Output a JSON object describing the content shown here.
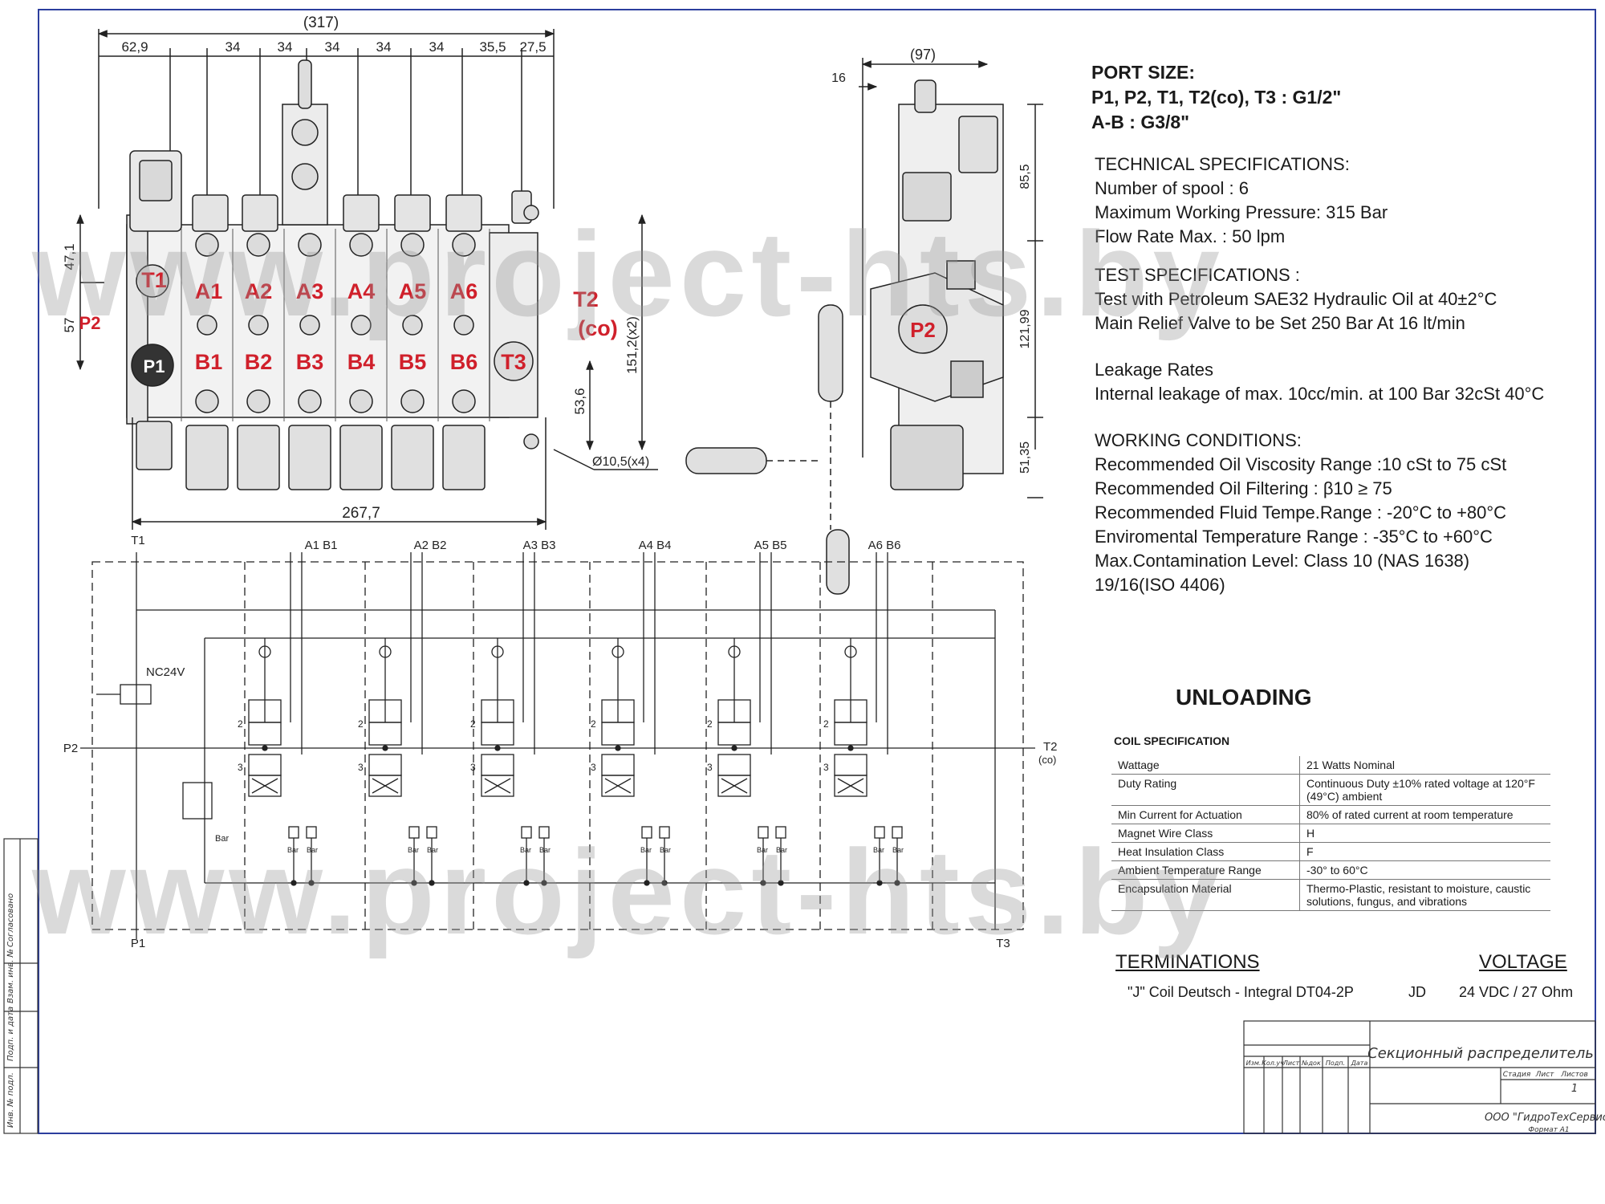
{
  "drawing": {
    "overall_width": "(317)",
    "top_dims": [
      "62,9",
      "34",
      "34",
      "34",
      "34",
      "34",
      "35,5",
      "27,5"
    ],
    "left_dims": [
      "47,1",
      "57"
    ],
    "right_dims": [
      "151,2(x2)",
      "53,6"
    ],
    "hole_dim": "Ø10,5(x4)",
    "bottom_dim": "267,7",
    "side_top_dims": [
      "(97)",
      "16"
    ],
    "side_right_dims": [
      "85,5",
      "121,99",
      "51,35"
    ],
    "ports_a": [
      "A1",
      "A2",
      "A3",
      "A4",
      "A5",
      "A6"
    ],
    "ports_b": [
      "B1",
      "B2",
      "B3",
      "B4",
      "B5",
      "B6"
    ],
    "port_t1": "T1",
    "port_p1": "P1",
    "port_p2": "P2",
    "port_t2": "T2",
    "port_t2_co": "(co)",
    "port_t3": "T3"
  },
  "schematic": {
    "t1": "T1",
    "p1": "P1",
    "p2": "P2",
    "t2": "T2",
    "t2_co": "(co)",
    "t3": "T3",
    "nc24v": "NC24V",
    "bar": "Bar",
    "sections": [
      "A1 B1",
      "A2 B2",
      "A3 B3",
      "A4 B4",
      "A5 B5",
      "A6 B6"
    ],
    "num2": "2",
    "num3": "3"
  },
  "specs": {
    "port_size_title": "PORT SIZE:",
    "port_size_line1": "P1, P2, T1, T2(co), T3 : G1/2\"",
    "port_size_line2": "A-B : G3/8\"",
    "tech_title": "TECHNICAL SPECIFICATIONS:",
    "tech_spools": "Number of spool : 6",
    "tech_pressure": "Maximum Working Pressure: 315 Bar",
    "tech_flow": "Flow Rate Max.  :  50 lpm",
    "test_title": "TEST SPECIFICATIONS :",
    "test_oil": "Test with Petroleum SAE32 Hydraulic Oil at 40±2°C",
    "test_relief": "Main Relief Valve to be Set 250 Bar At 16 lt/min",
    "leak_title": "Leakage Rates",
    "leak_text": "Internal leakage of max. 10cc/min. at 100 Bar 32cSt 40°C",
    "work_title": "WORKING CONDITIONS:",
    "work_viscosity": "Recommended Oil Viscosity Range :10 cSt to 75 cSt",
    "work_filter": "Recommended Oil Filtering : β10 ≥ 75",
    "work_fluid": "Recommended Fluid Tempe.Range : -20°C to +80°C",
    "work_env": "Enviromental Temperature Range : -35°C to +60°C",
    "work_contam": "Max.Contamination Level: Class 10 (NAS 1638)",
    "work_iso": "19/16(ISO 4406)"
  },
  "unloading": "UNLOADING",
  "coil": {
    "title": "COIL SPECIFICATION",
    "rows": [
      {
        "k": "Wattage",
        "v": "21 Watts Nominal"
      },
      {
        "k": "Duty Rating",
        "v": "Continuous Duty ±10% rated voltage at 120°F (49°C) ambient"
      },
      {
        "k": "Min Current for Actuation",
        "v": "80% of rated current at room temperature"
      },
      {
        "k": "Magnet Wire Class",
        "v": "H"
      },
      {
        "k": "Heat Insulation Class",
        "v": "F"
      },
      {
        "k": "Ambient Temperature Range",
        "v": "-30° to 60°C"
      },
      {
        "k": "Encapsulation Material",
        "v": "Thermo-Plastic, resistant to moisture, caustic solutions, fungus, and vibrations"
      }
    ]
  },
  "terminations": {
    "title": "TERMINATIONS",
    "voltage_title": "VOLTAGE",
    "coil": "\"J\" Coil Deutsch - Integral DT04-2P",
    "code": "JD",
    "voltage": "24 VDC / 27 Ohm"
  },
  "title_block": {
    "name": "Секционный распределитель",
    "cols": [
      "Изм.",
      "Кол.уч",
      "Лист",
      "№док",
      "Подп.",
      "Дата"
    ],
    "stage_cols": [
      "Стадия",
      "Лист",
      "Листов"
    ],
    "sheet_count": "1",
    "company": "ООО \"ГидроТехСервис\"",
    "format": "Формат  А1",
    "side_labels": [
      "Согласовано",
      "Взам. инв. №",
      "Подп. и дата",
      "Инв. № подл."
    ]
  },
  "watermark": "www.project-hts.by"
}
